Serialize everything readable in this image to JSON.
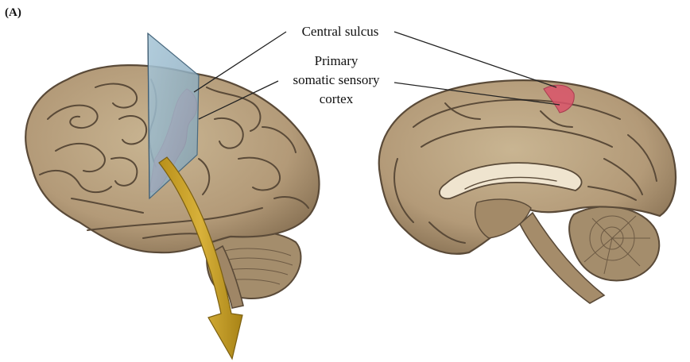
{
  "panel_label": "(A)",
  "labels": {
    "central_sulcus": "Central sulcus",
    "primary_cortex_line1": "Primary",
    "primary_cortex_line2": "somatic sensory",
    "primary_cortex_line3": "cortex"
  },
  "colors": {
    "brain_fill": "#b7a07f",
    "brain_outline": "#5a4a38",
    "somatosensory_highlight": "#d9707c",
    "section_plane": "#8fb3c9",
    "arrow": "#c9a227"
  }
}
